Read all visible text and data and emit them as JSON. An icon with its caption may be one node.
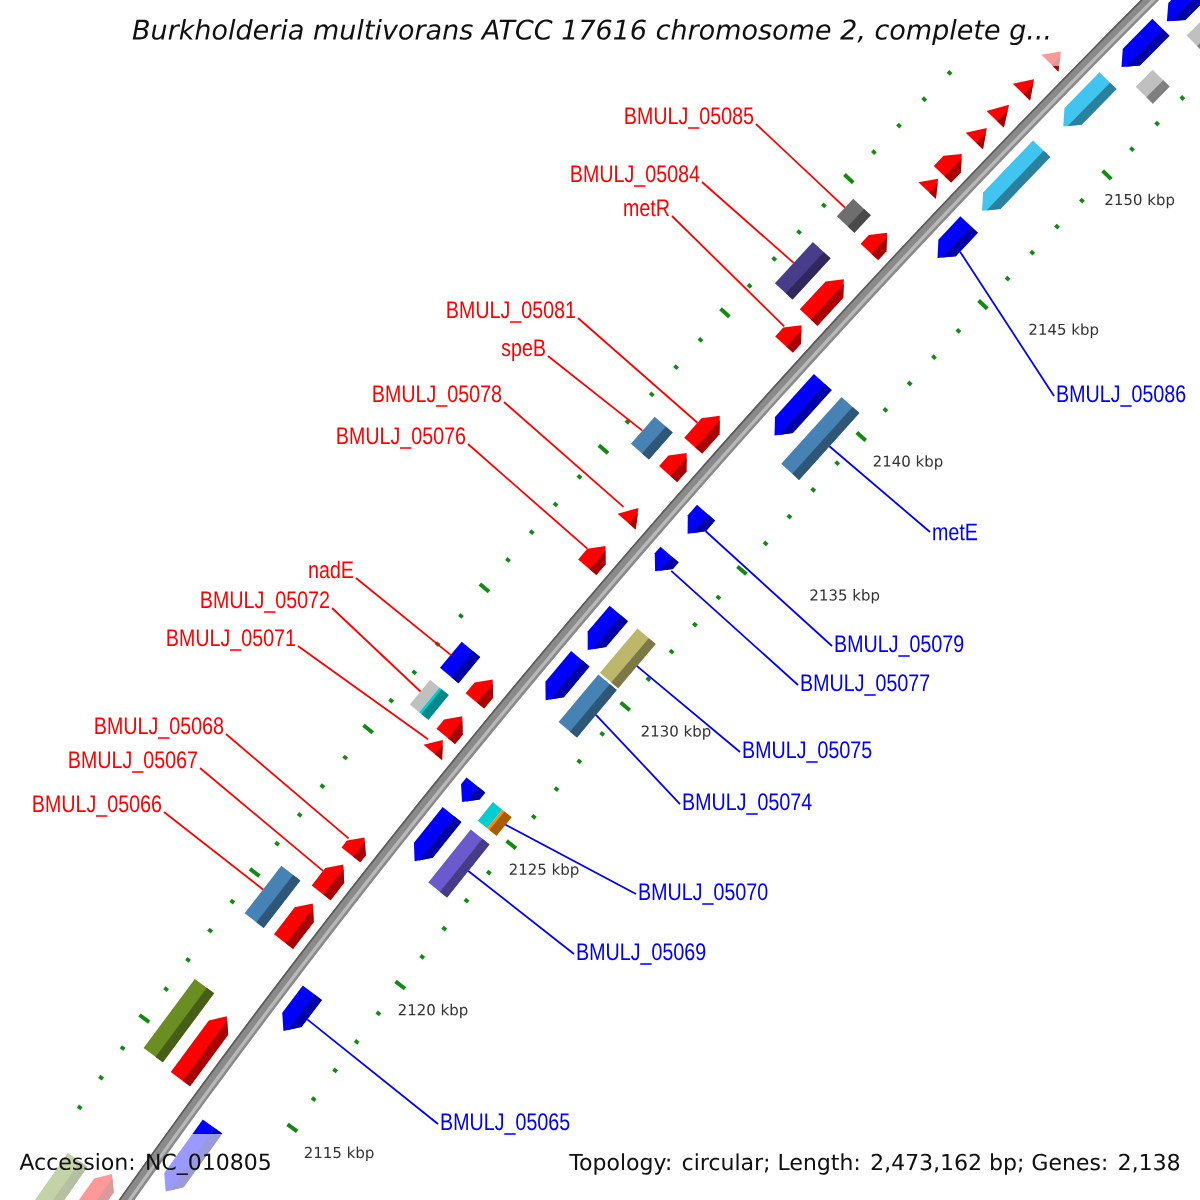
{
  "diagram": {
    "title": "Burkholderia multivorans ATCC 17616 chromosome 2, complete g...",
    "nodes": [
      {
        "text": [
          "BMULJ_05085"
        ]
      },
      {
        "text": [
          "BMULJ_05084"
        ]
      },
      {
        "text": [
          "metR"
        ]
      },
      {
        "text": [
          "BMULJ_05081"
        ]
      },
      {
        "text": [
          "speB"
        ]
      },
      {
        "text": [
          "BMULJ_05078"
        ]
      },
      {
        "text": [
          "BMULJ_05086"
        ]
      },
      {
        "text": [
          "BMULJ_05076"
        ]
      },
      {
        "text": [
          "metE"
        ]
      },
      {
        "text": [
          "nadE"
        ]
      },
      {
        "text": [
          "BMULJ_05072"
        ]
      },
      {
        "text": [
          "BMULJ_05071"
        ]
      },
      {
        "text": [
          "BMULJ_05079"
        ]
      },
      {
        "text": [
          "BMULJ_05077"
        ]
      },
      {
        "text": [
          "BMULJ_05068"
        ]
      },
      {
        "text": [
          "BMULJ_05075"
        ]
      },
      {
        "text": [
          "BMULJ_05067"
        ]
      },
      {
        "text": [
          "BMULJ_05074"
        ]
      },
      {
        "text": [
          "BMULJ_05066"
        ]
      },
      {
        "text": [
          "BMULJ_05070"
        ]
      },
      {
        "text": [
          "BMULJ_05069"
        ]
      },
      {
        "text": [
          "BMULJ_05065"
        ]
      },
      {
        "text": [],
        "shape": "pentagon"
      },
      {
        "text": [],
        "shape": "diamond"
      },
      {
        "text": [],
        "shape": "pentagon"
      },
      {
        "text": [],
        "shape": "triangle"
      },
      {
        "text": [],
        "shape": "triangle"
      },
      {
        "text": [],
        "shape": "diamond"
      },
      {
        "text": [],
        "shape": "pentagon"
      },
      {
        "text": [],
        "shape": "triangle"
      },
      {
        "text": [],
        "shape": "triangle"
      },
      {
        "text": [],
        "shape": "pentagon"
      },
      {
        "text": [],
        "shape": "pentagon"
      },
      {
        "text": [],
        "shape": "triangle"
      },
      {
        "text": [],
        "shape": "diamond"
      },
      {
        "text": [],
        "shape": "pentagon"
      },
      {
        "text": [],
        "shape": "pentagon"
      },
      {
        "text": [],
        "shape": "box"
      },
      {
        "text": [],
        "shape": "pentagon"
      },
      {
        "text": [],
        "shape": "pentagon"
      },
      {
        "text": [],
        "shape": "pentagon"
      },
      {
        "text": [],
        "shape": "pentagon"
      },
      {
        "text": [],
        "shape": "box"
      },
      {
        "text": [],
        "shape": "box"
      },
      {
        "text": [],
        "shape": "pentagon"
      },
      {
        "text": [],
        "shape": "triangle"
      },
      {
        "text": [],
        "shape": "pentagon"
      },
      {
        "text": [],
        "shape": "pentagon"
      },
      {
        "text": [],
        "shape": "pentagon"
      },
      {
        "text": [],
        "shape": "pentagon"
      },
      {
        "text": [],
        "shape": "box"
      },
      {
        "text": [],
        "shape": "box"
      },
      {
        "text": [],
        "shape": "pentagon"
      },
      {
        "text": [],
        "shape": "pentagon"
      },
      {
        "text": [],
        "shape": "box"
      },
      {
        "text": [],
        "shape": "box"
      },
      {
        "text": [],
        "shape": "pentagon"
      },
      {
        "text": [],
        "shape": "triangle"
      },
      {
        "text": [],
        "shape": "pentagon"
      },
      {
        "text": [],
        "shape": "diamond"
      },
      {
        "text": [],
        "shape": "pentagon"
      },
      {
        "text": [],
        "shape": "pentagon"
      },
      {
        "text": [],
        "shape": "box"
      },
      {
        "text": [],
        "shape": "pentagon"
      },
      {
        "text": [],
        "shape": "box"
      },
      {
        "text": [],
        "shape": "pentagon"
      },
      {
        "text": [],
        "shape": "pentagon"
      },
      {
        "text": [],
        "shape": "box"
      },
      {
        "text": [],
        "shape": "pentagon"
      },
      {
        "text": [],
        "shape": "pentagon"
      },
      {
        "text": [],
        "shape": "box"
      },
      {
        "text": [],
        "shape": "pentagon"
      }
    ],
    "edges": [
      {
        "from": 0,
        "to": 34,
        "arrow": "none"
      },
      {
        "from": 1,
        "to": 37,
        "arrow": "none"
      },
      {
        "from": 2,
        "to": 39,
        "arrow": "none"
      },
      {
        "from": 3,
        "to": 41,
        "arrow": "none"
      },
      {
        "from": 4,
        "to": 43,
        "arrow": "none"
      },
      {
        "from": 5,
        "to": 45,
        "arrow": "none"
      },
      {
        "from": 6,
        "to": 35,
        "arrow": "none",
        "color": "#0000ff"
      },
      {
        "from": 7,
        "to": 47,
        "arrow": "none"
      },
      {
        "from": 8,
        "to": 42,
        "arrow": "none",
        "color": "#0000ff"
      },
      {
        "from": 9,
        "to": 51,
        "arrow": "none"
      },
      {
        "from": 10,
        "to": 54,
        "arrow": "none"
      },
      {
        "from": 11,
        "to": 57,
        "arrow": "none"
      },
      {
        "from": 12,
        "to": 46,
        "arrow": "none",
        "color": "#0000ff"
      },
      {
        "from": 13,
        "to": 48,
        "arrow": "none",
        "color": "#0000ff"
      },
      {
        "from": 14,
        "to": 61,
        "arrow": "none"
      },
      {
        "from": 15,
        "to": 50,
        "arrow": "none",
        "color": "#0000ff"
      },
      {
        "from": 16,
        "to": 63,
        "arrow": "none"
      },
      {
        "from": 17,
        "to": 55,
        "arrow": "none",
        "color": "#0000ff"
      },
      {
        "from": 18,
        "to": 64,
        "arrow": "none"
      },
      {
        "from": 19,
        "to": 59,
        "arrow": "none",
        "color": "#0000ff"
      },
      {
        "from": 20,
        "to": 62,
        "arrow": "none",
        "color": "#0000ff"
      },
      {
        "from": 21,
        "to": 66,
        "arrow": "none",
        "color": "#0000ff"
      }
    ],
    "labels": [
      "2150 kbp",
      "2145 kbp",
      "2140 kbp",
      "2135 kbp",
      "2130 kbp",
      "2125 kbp",
      "2120 kbp",
      "Accession: NC_010805",
      "2115 kbp",
      "Topology: circular; Length: 2,473,162 bp; Genes: 2,138"
    ]
  }
}
